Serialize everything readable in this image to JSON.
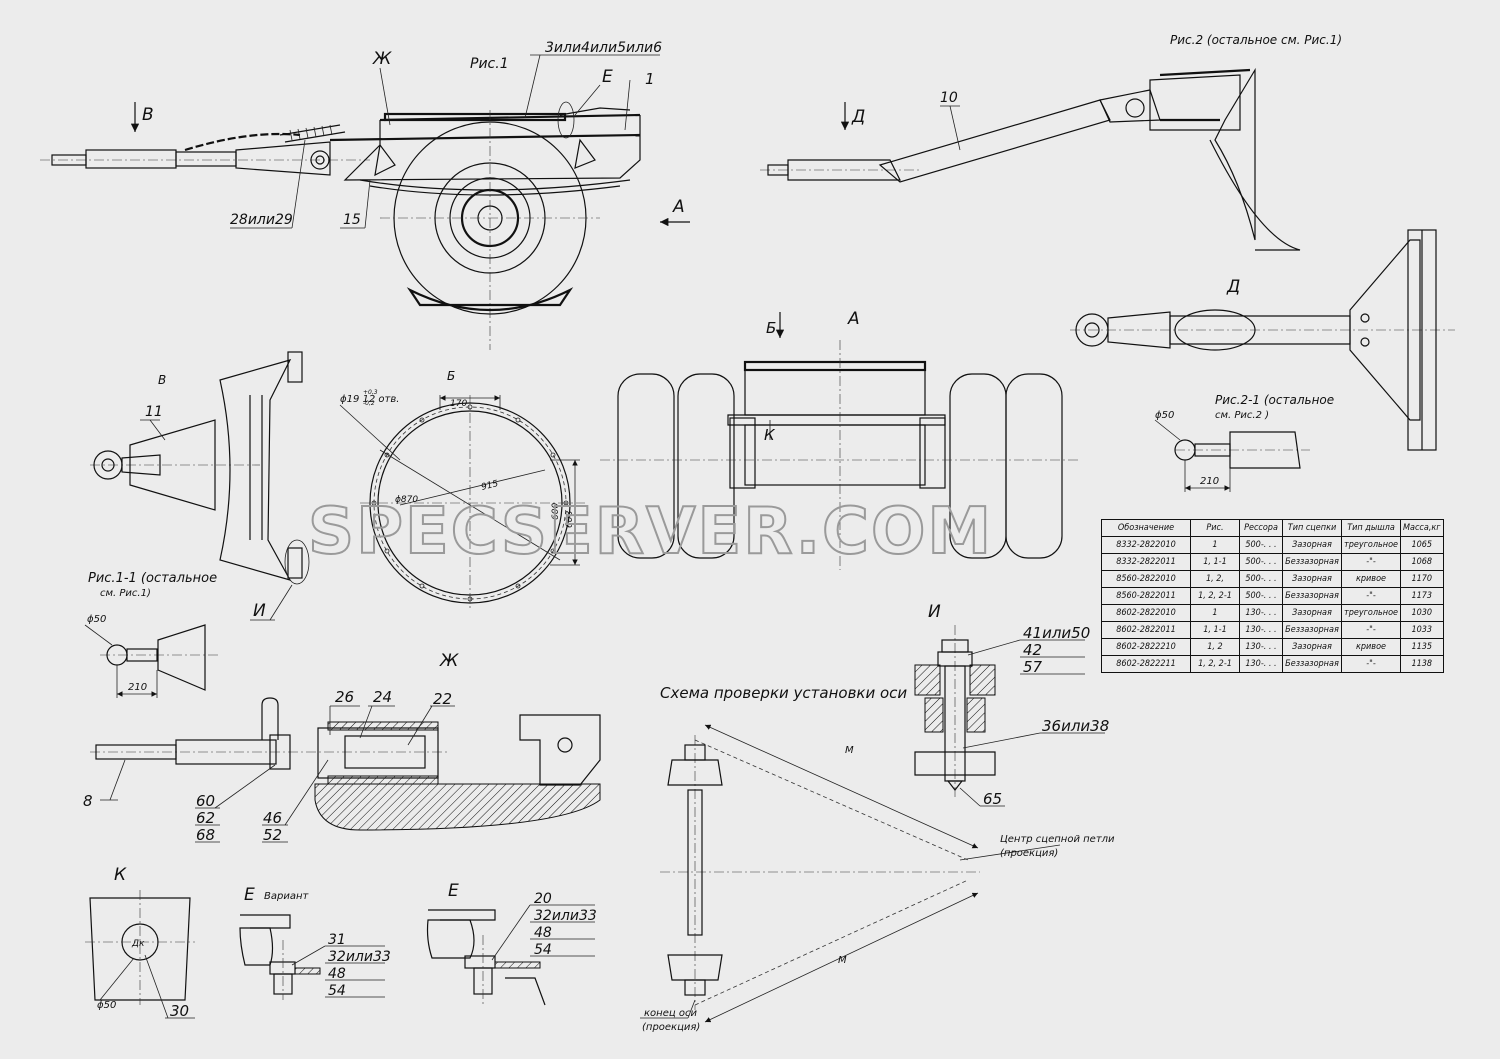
{
  "labels": {
    "fig1": "Рис.1",
    "fig2": "Рис.2 (остальное см. Рис.1)",
    "fig1_1_line1": "Рис.1-1 (остальное",
    "fig1_1_line2": "см. Рис.1)",
    "fig2_1_line1": "Рис.2-1 (остальное",
    "fig2_1_line2": "см. Рис.2 )",
    "view_A": "А",
    "view_B": "Б",
    "view_V": "В",
    "view_D": "Д",
    "view_Zh": "Ж",
    "view_I": "И",
    "view_K": "К",
    "view_E": "Е",
    "view_E_variant": "Е",
    "variant": "Вариант",
    "axle_check_title": "Схема проверки установки оси",
    "hitch_center_line1": "Центр сцепной петли",
    "hitch_center_line2": "(проекция)",
    "axle_end_line1": "конец оси",
    "axle_end_line2": "(проекция)",
    "dim_M1": "М",
    "dim_M2": "М"
  },
  "callouts": {
    "c1": "1",
    "c3456": "3или4или5или6",
    "c15": "15",
    "c2829": "28или29",
    "c10": "10",
    "c11": "11",
    "c8": "8",
    "c26": "26",
    "c24": "24",
    "c22": "22",
    "c60": "60",
    "c62": "62",
    "c68": "68",
    "c46": "46",
    "c52": "52",
    "c4150": "41или50",
    "c42": "42",
    "c57": "57",
    "c3638": "36или38",
    "c65": "65",
    "c30": "30",
    "c31": "31",
    "c3233a": "32или33",
    "c48a": "48",
    "c54a": "54",
    "c20": "20",
    "c3233b": "32или33",
    "c48b": "48",
    "c54b": "54"
  },
  "dimensions": {
    "holes": "ϕ19 12 отв.",
    "holes_tol_up": "+0,3",
    "holes_tol_dn": "-0,2",
    "d170": "170",
    "d915": "915",
    "d870": "ϕ870",
    "d608": "608",
    "d600": "600",
    "d50a": "ϕ50",
    "d210a": "210",
    "d50b": "ϕ50",
    "d210b": "210",
    "d50k": "ϕ50",
    "dk": "Дк"
  },
  "table": {
    "headers": [
      "Обозначение",
      "Рис.",
      "Рессора",
      "Тип сцепки",
      "Тип дышла",
      "Масса,кг"
    ],
    "rows": [
      [
        "8332-2822010",
        "1",
        "500-. . .",
        "Зазорная",
        "треугольное",
        "1065"
      ],
      [
        "8332-2822011",
        "1, 1-1",
        "500-. . .",
        "Беззазорная",
        "-\"-",
        "1068"
      ],
      [
        "8560-2822010",
        "1, 2,",
        "500-. . .",
        "Зазорная",
        "кривое",
        "1170"
      ],
      [
        "8560-2822011",
        "1, 2, 2-1",
        "500-. . .",
        "Беззазорная",
        "-\"-",
        "1173"
      ],
      [
        "8602-2822010",
        "1",
        "130-. . .",
        "Зазорная",
        "треугольное",
        "1030"
      ],
      [
        "8602-2822011",
        "1, 1-1",
        "130-. . .",
        "Беззазорная",
        "-\"-",
        "1033"
      ],
      [
        "8602-2822210",
        "1, 2",
        "130-. . .",
        "Зазорная",
        "кривое",
        "1135"
      ],
      [
        "8602-2822211",
        "1, 2, 2-1",
        "130-. . .",
        "Беззазорная",
        "-\"-",
        "1138"
      ]
    ]
  },
  "watermark": "SPECSERVER.COM"
}
